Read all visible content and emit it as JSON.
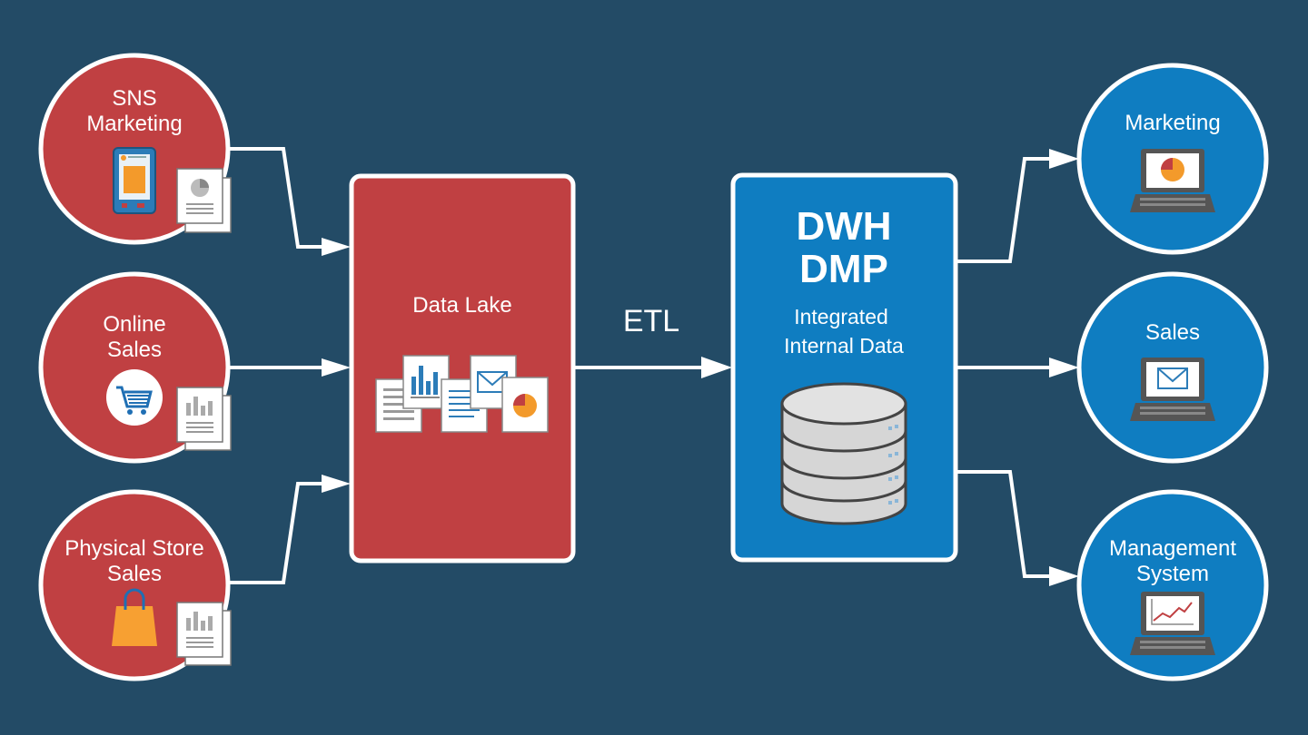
{
  "colors": {
    "background": "#234b66",
    "red": "#c04042",
    "blue": "#0f7dc1",
    "white": "#ffffff"
  },
  "sources": [
    {
      "line1": "SNS",
      "line2": "Marketing",
      "icon": "smartphone-icon"
    },
    {
      "line1": "Online",
      "line2": "Sales",
      "icon": "shopping-cart-icon"
    },
    {
      "line1": "Physical Store",
      "line2": "Sales",
      "icon": "shopping-bag-icon"
    }
  ],
  "data_lake": {
    "label": "Data Lake"
  },
  "etl": {
    "label": "ETL"
  },
  "dwh": {
    "title1": "DWH",
    "title2": "DMP",
    "sub1": "Integrated",
    "sub2": "Internal Data"
  },
  "outputs": [
    {
      "line1": "Marketing",
      "line2": "",
      "icon": "laptop-pie-chart-icon"
    },
    {
      "line1": "Sales",
      "line2": "",
      "icon": "laptop-mail-icon"
    },
    {
      "line1": "Management",
      "line2": "System",
      "icon": "laptop-line-chart-icon"
    }
  ]
}
